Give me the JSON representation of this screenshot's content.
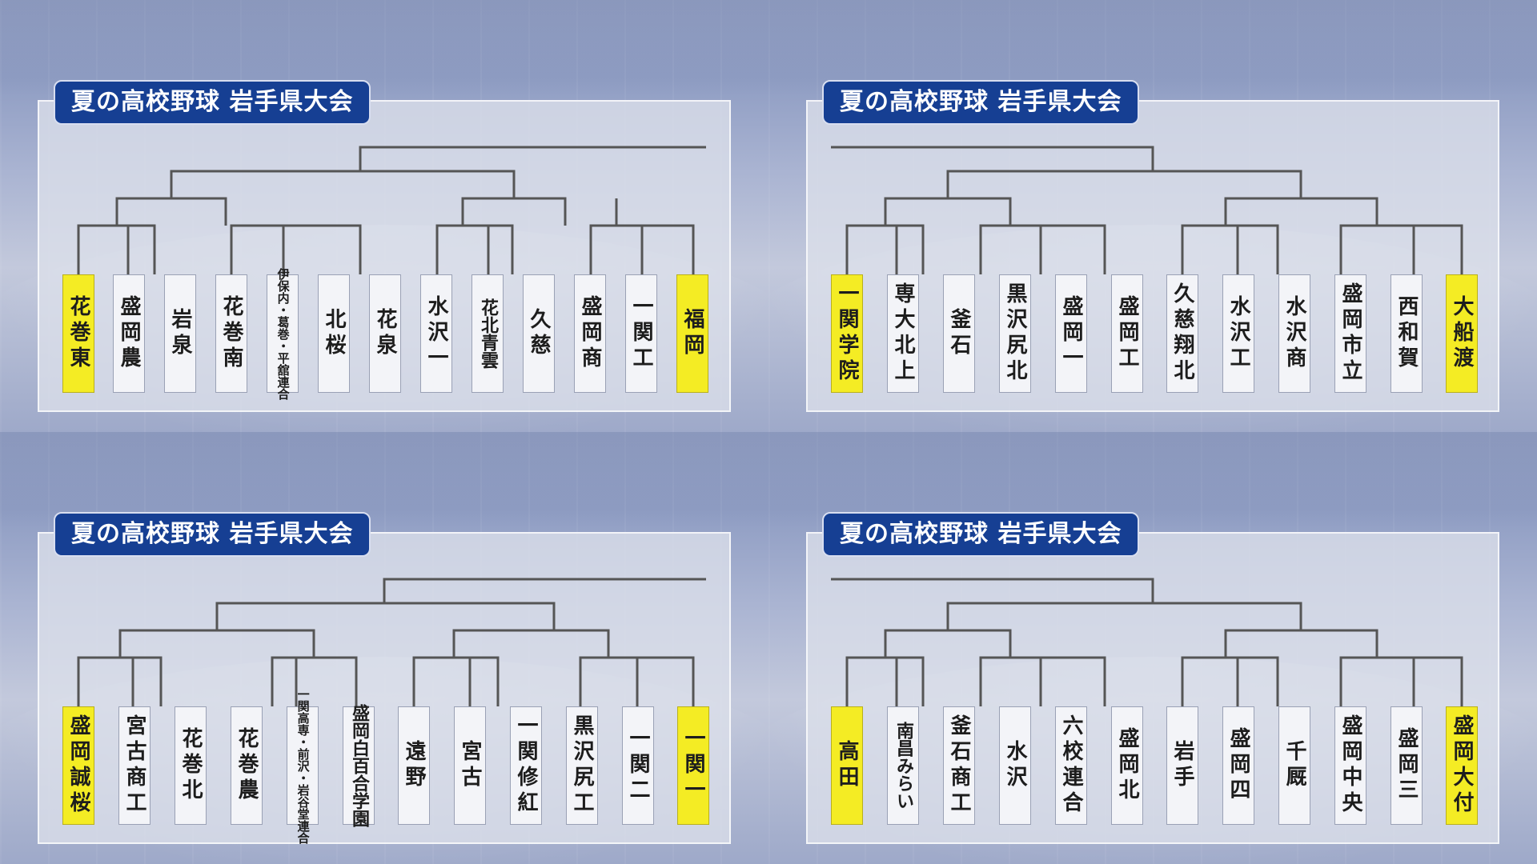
{
  "panels": [
    {
      "title": "夏の高校野球 岩手県大会",
      "teams": [
        {
          "name": "花巻東",
          "seed": true
        },
        {
          "name": "盛岡農",
          "seed": false
        },
        {
          "name": "岩泉",
          "seed": false
        },
        {
          "name": "花巻南",
          "seed": false
        },
        {
          "name": "伊保内・葛巻・平舘連合",
          "seed": false
        },
        {
          "name": "北桜",
          "seed": false
        },
        {
          "name": "花泉",
          "seed": false
        },
        {
          "name": "水沢一",
          "seed": false
        },
        {
          "name": "花北青雲",
          "seed": false
        },
        {
          "name": "久慈",
          "seed": false
        },
        {
          "name": "盛岡商",
          "seed": false
        },
        {
          "name": "一関工",
          "seed": false
        },
        {
          "name": "福岡",
          "seed": true
        }
      ]
    },
    {
      "title": "夏の高校野球 岩手県大会",
      "teams": [
        {
          "name": "一関学院",
          "seed": true
        },
        {
          "name": "専大北上",
          "seed": false
        },
        {
          "name": "釜石",
          "seed": false
        },
        {
          "name": "黒沢尻北",
          "seed": false
        },
        {
          "name": "盛岡一",
          "seed": false
        },
        {
          "name": "盛岡工",
          "seed": false
        },
        {
          "name": "久慈翔北",
          "seed": false
        },
        {
          "name": "水沢工",
          "seed": false
        },
        {
          "name": "水沢商",
          "seed": false
        },
        {
          "name": "盛岡市立",
          "seed": false
        },
        {
          "name": "西和賀",
          "seed": false
        },
        {
          "name": "大船渡",
          "seed": true
        }
      ]
    },
    {
      "title": "夏の高校野球 岩手県大会",
      "teams": [
        {
          "name": "盛岡誠桜",
          "seed": true
        },
        {
          "name": "宮古商工",
          "seed": false
        },
        {
          "name": "花巻北",
          "seed": false
        },
        {
          "name": "花巻農",
          "seed": false
        },
        {
          "name": "一関高専・前沢・岩谷堂連合",
          "seed": false
        },
        {
          "name": "盛岡白百合学園",
          "seed": false
        },
        {
          "name": "遠野",
          "seed": false
        },
        {
          "name": "宮古",
          "seed": false
        },
        {
          "name": "一関修紅",
          "seed": false
        },
        {
          "name": "黒沢尻工",
          "seed": false
        },
        {
          "name": "一関二",
          "seed": false
        },
        {
          "name": "一関一",
          "seed": true
        }
      ]
    },
    {
      "title": "夏の高校野球 岩手県大会",
      "teams": [
        {
          "name": "高田",
          "seed": true
        },
        {
          "name": "南昌みらい",
          "seed": false
        },
        {
          "name": "釜石商工",
          "seed": false
        },
        {
          "name": "水沢",
          "seed": false
        },
        {
          "name": "六校連合",
          "seed": false
        },
        {
          "name": "盛岡北",
          "seed": false
        },
        {
          "name": "岩手",
          "seed": false
        },
        {
          "name": "盛岡四",
          "seed": false
        },
        {
          "name": "千厩",
          "seed": false
        },
        {
          "name": "盛岡中央",
          "seed": false
        },
        {
          "name": "盛岡三",
          "seed": false
        },
        {
          "name": "盛岡大付",
          "seed": true
        }
      ]
    }
  ],
  "colors": {
    "title_bg": "#163f93",
    "seed_highlight": "#f4ec24",
    "team_bg": "#f3f4f8",
    "line": "#555555"
  }
}
